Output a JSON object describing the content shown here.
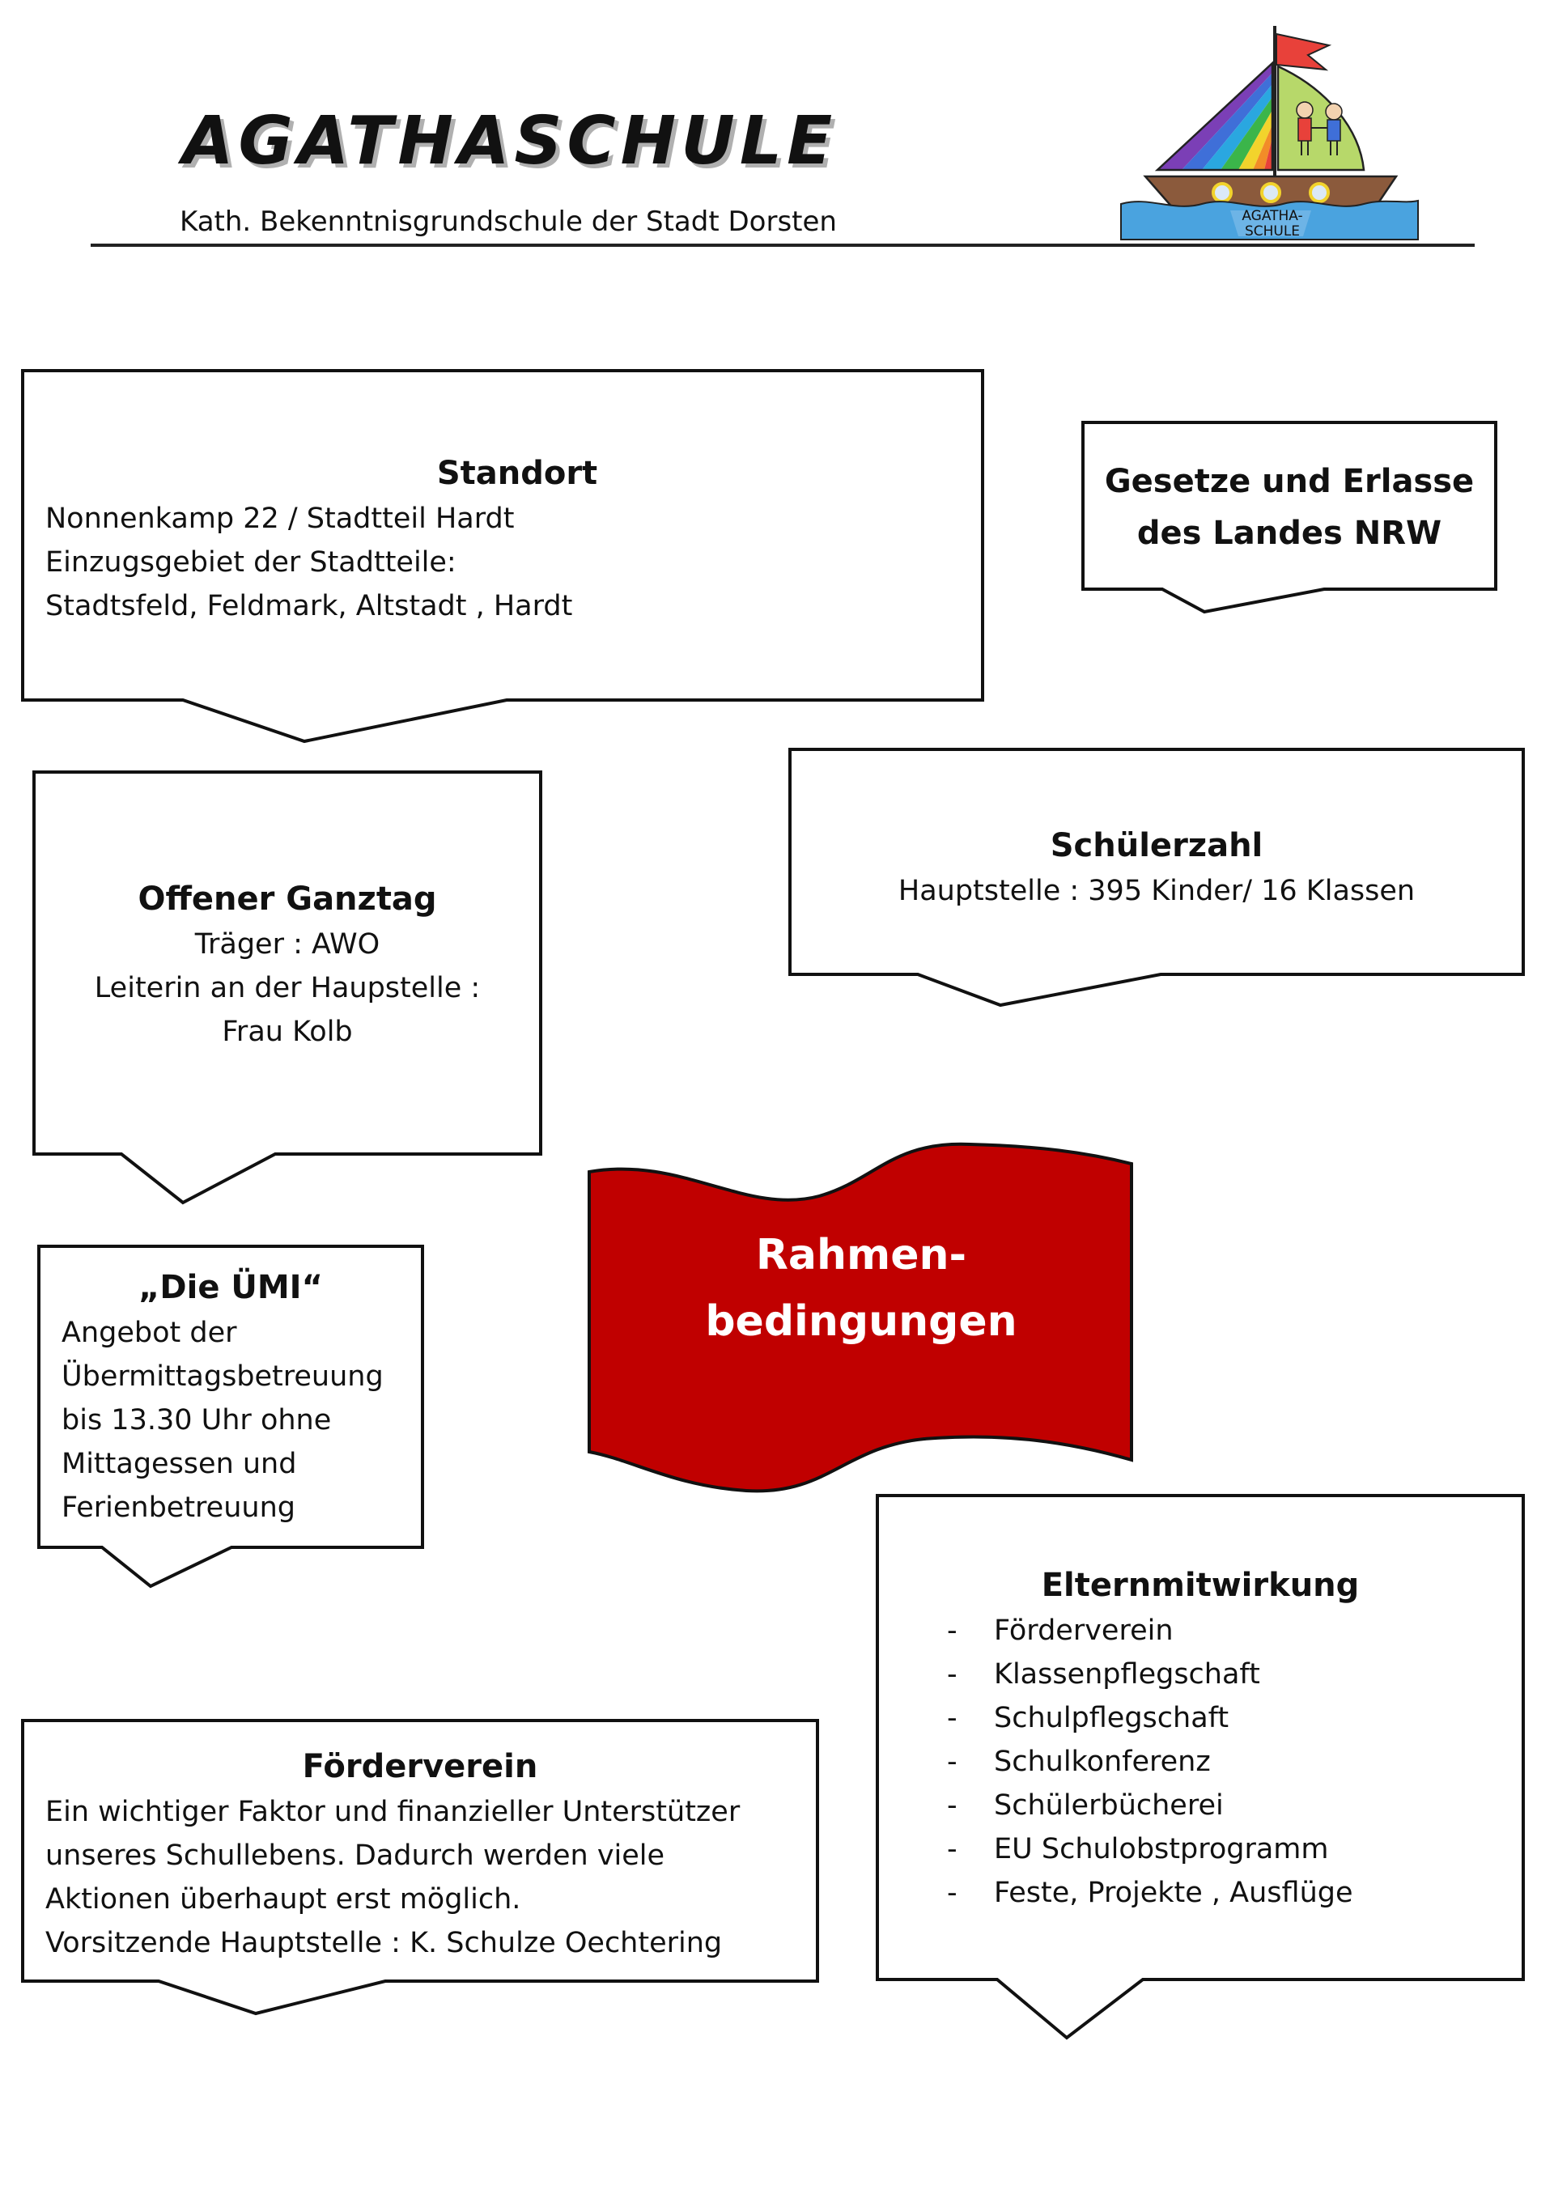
{
  "header": {
    "school_name": "AGATHASCHULE",
    "subtitle": "Kath. Bekenntnisgrundschule der Stadt Dorsten",
    "logo_text_line1": "AGATHA-",
    "logo_text_line2": "SCHULE"
  },
  "banner": {
    "line1": "Rahmen-",
    "line2": "bedingungen",
    "color": "#c00000"
  },
  "standort": {
    "title": "Standort",
    "lines": [
      "Nonnenkamp 22 / Stadtteil Hardt",
      "Einzugsgebiet der Stadtteile:",
      "Stadtsfeld, Feldmark, Altstadt , Hardt"
    ]
  },
  "gesetze": {
    "line1": "Gesetze und Erlasse",
    "line2": "des Landes NRW"
  },
  "ganztag": {
    "title": "Offener Ganztag",
    "lines": [
      "Träger :  AWO",
      "Leiterin an der Haupstelle :",
      "Frau Kolb"
    ]
  },
  "schuelerzahl": {
    "title": "Schülerzahl",
    "line": "Hauptstelle : 395 Kinder/ 16 Klassen"
  },
  "uemi": {
    "title": "„Die ÜMI“",
    "lines": [
      "Angebot der",
      "Übermittagsbetreuung",
      "bis 13.30 Uhr ohne",
      "Mittagessen und",
      "Ferienbetreuung"
    ]
  },
  "elternmitwirkung": {
    "title": "Elternmitwirkung",
    "items": [
      "Förderverein",
      "Klassenpflegschaft",
      "Schulpflegschaft",
      "Schulkonferenz",
      "Schülerbücherei",
      "EU Schulobstprogramm",
      "Feste, Projekte , Ausflüge"
    ]
  },
  "foerderverein": {
    "title": "Förderverein",
    "lines": [
      "Ein wichtiger Faktor und finanzieller Unterstützer",
      "unseres Schullebens. Dadurch werden viele",
      "Aktionen überhaupt erst möglich.",
      "Vorsitzende Hauptstelle : K. Schulze Oechtering"
    ]
  }
}
